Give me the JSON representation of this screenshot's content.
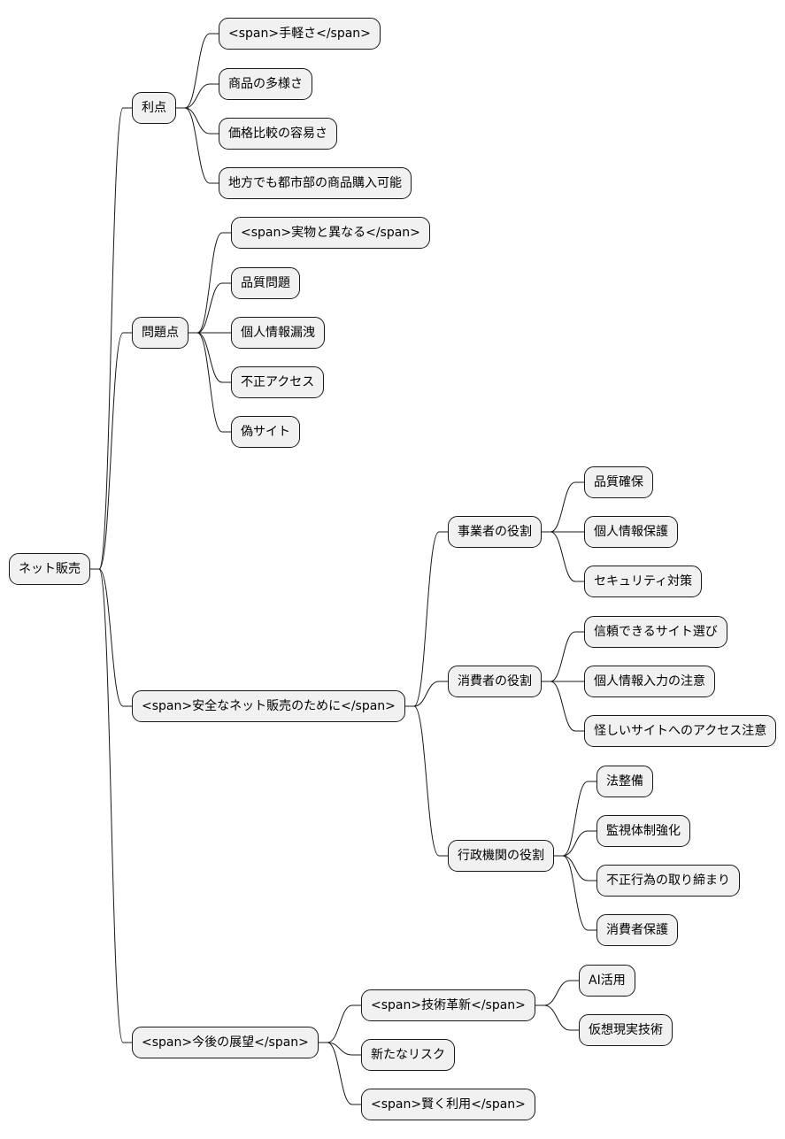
{
  "mindmap": {
    "root": "ネット販売",
    "branches": {
      "merits": {
        "label": "利点",
        "items": [
          "<span>手軽さ</span>",
          "商品の多様さ",
          "価格比較の容易さ",
          "地方でも都市部の商品購入可能"
        ]
      },
      "problems": {
        "label": "問題点",
        "items": [
          "<span>実物と異なる</span>",
          "品質問題",
          "個人情報漏洩",
          "不正アクセス",
          "偽サイト"
        ]
      },
      "safety": {
        "label": "<span>安全なネット販売のために</span>",
        "business": {
          "label": "事業者の役割",
          "items": [
            "品質確保",
            "個人情報保護",
            "セキュリティ対策"
          ]
        },
        "consumer": {
          "label": "消費者の役割",
          "items": [
            "信頼できるサイト選び",
            "個人情報入力の注意",
            "怪しいサイトへのアクセス注意"
          ]
        },
        "government": {
          "label": "行政機関の役割",
          "items": [
            "法整備",
            "監視体制強化",
            "不正行為の取り締まり",
            "消費者保護"
          ]
        }
      },
      "future": {
        "label": "<span>今後の展望</span>",
        "tech": {
          "label": "<span>技術革新</span>",
          "items": [
            "AI活用",
            "仮想現実技術"
          ]
        },
        "items": [
          "新たなリスク",
          "<span>賢く利用</span>"
        ]
      }
    }
  }
}
